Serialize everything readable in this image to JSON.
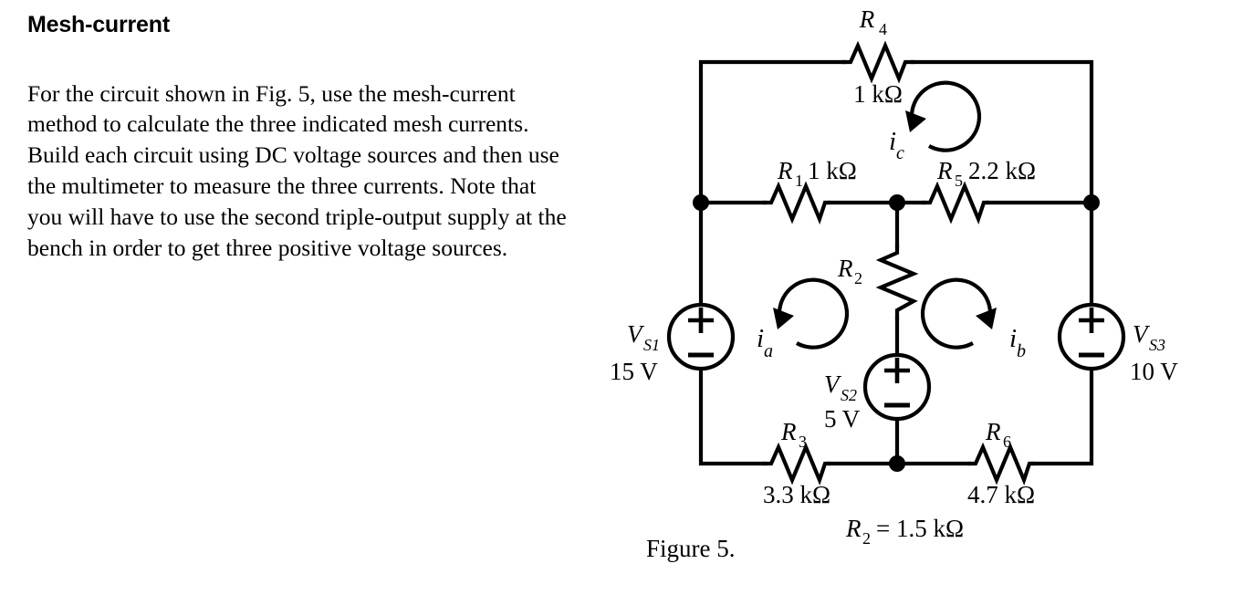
{
  "document": {
    "title": "Mesh-current",
    "paragraph": "For the circuit shown in Fig. 5, use the mesh-current method to calculate the three indicated mesh currents. Build each circuit using DC voltage sources and then use the multimeter to measure the three currents. Note that you will have to use the second triple-output supply at the bench in order to get three positive voltage sources."
  },
  "figure": {
    "caption": "Figure 5.",
    "note_label": "R",
    "note_sub": "2",
    "note_value": "= 1.5 kΩ"
  },
  "circuit": {
    "resistors": [
      {
        "id": "R4",
        "name": "R",
        "sub": "4",
        "value": "1 kΩ",
        "orientation": "horizontal",
        "position": "top-branch"
      },
      {
        "id": "R1",
        "name": "R",
        "sub": "1",
        "value": "1 kΩ",
        "orientation": "horizontal",
        "position": "middle-left"
      },
      {
        "id": "R5",
        "name": "R",
        "sub": "5",
        "value": "2.2 kΩ",
        "orientation": "horizontal",
        "position": "middle-right"
      },
      {
        "id": "R2",
        "name": "R",
        "sub": "2",
        "value": "1.5 kΩ",
        "orientation": "vertical",
        "position": "center-branch"
      },
      {
        "id": "R3",
        "name": "R",
        "sub": "3",
        "value": "3.3 kΩ",
        "orientation": "horizontal",
        "position": "bottom-left"
      },
      {
        "id": "R6",
        "name": "R",
        "sub": "6",
        "value": "4.7 kΩ",
        "orientation": "horizontal",
        "position": "bottom-right"
      }
    ],
    "sources": [
      {
        "id": "VS1",
        "name": "V",
        "sub": "S1",
        "value": "15 V",
        "polarity_top": "+",
        "polarity_bottom": "−",
        "position": "left-branch"
      },
      {
        "id": "VS2",
        "name": "V",
        "sub": "S2",
        "value": "5 V",
        "polarity_top": "+",
        "polarity_bottom": "−",
        "position": "center-branch"
      },
      {
        "id": "VS3",
        "name": "V",
        "sub": "S3",
        "value": "10 V",
        "polarity_top": "+",
        "polarity_bottom": "−",
        "position": "right-branch"
      }
    ],
    "mesh_currents": [
      {
        "id": "ic",
        "name": "i",
        "sub": "c",
        "direction": "clockwise",
        "position": "top-mesh"
      },
      {
        "id": "ia",
        "name": "i",
        "sub": "a",
        "direction": "clockwise",
        "position": "left-mesh"
      },
      {
        "id": "ib",
        "name": "i",
        "sub": "b",
        "direction": "counter-clockwise",
        "position": "right-mesh"
      }
    ],
    "colors": {
      "wire": "#000000",
      "background": "#ffffff"
    }
  }
}
